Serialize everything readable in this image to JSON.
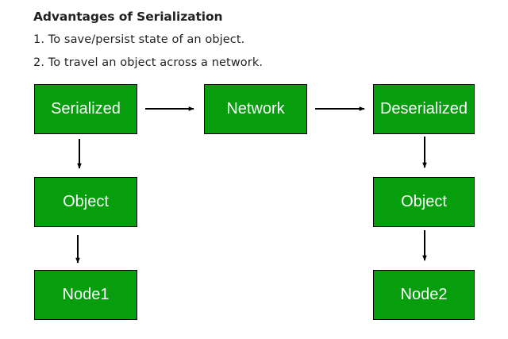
{
  "heading": "Advantages of Serialization",
  "points": [
    "1. To save/persist state of an object.",
    "2. To travel an object across a network."
  ],
  "diagram": {
    "fill_color": "#069e0d",
    "text_color": "#ffffff",
    "nodes": {
      "serialized": "Serialized",
      "network": "Network",
      "deserialized": "Deserialized",
      "object_left": "Object",
      "object_right": "Object",
      "node1": "Node1",
      "node2": "Node2"
    },
    "edges": [
      {
        "from": "serialized",
        "to": "network"
      },
      {
        "from": "network",
        "to": "deserialized"
      },
      {
        "from": "serialized",
        "to": "object_left"
      },
      {
        "from": "object_left",
        "to": "node1"
      },
      {
        "from": "deserialized",
        "to": "object_right"
      },
      {
        "from": "object_right",
        "to": "node2"
      }
    ]
  }
}
